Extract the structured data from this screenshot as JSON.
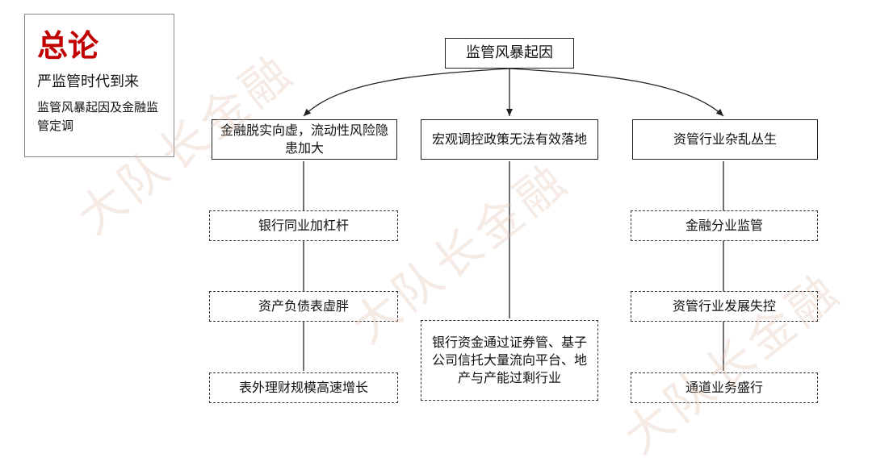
{
  "sidebar": {
    "title": "总论",
    "subtitle": "严监管时代到来",
    "description": "监管风暴起因及金融监管定调"
  },
  "root": {
    "label": "监管风暴起因"
  },
  "branches": [
    {
      "label": "金融脱实向虚，流动性风险隐患加大",
      "children": [
        "银行同业加杠杆",
        "资产负债表虚胖",
        "表外理财规模高速增长"
      ]
    },
    {
      "label": "宏观调控政策无法有效落地",
      "children": [
        "银行资金通过证券管、基子公司信托大量流向平台、地产与产能过剩行业"
      ]
    },
    {
      "label": "资管行业杂乱丛生",
      "children": [
        "金融分业监管",
        "资管行业发展失控",
        "通道业务盛行"
      ]
    }
  ],
  "watermark": "大队长金融",
  "colors": {
    "accent": "#c00000",
    "border": "#222222"
  }
}
